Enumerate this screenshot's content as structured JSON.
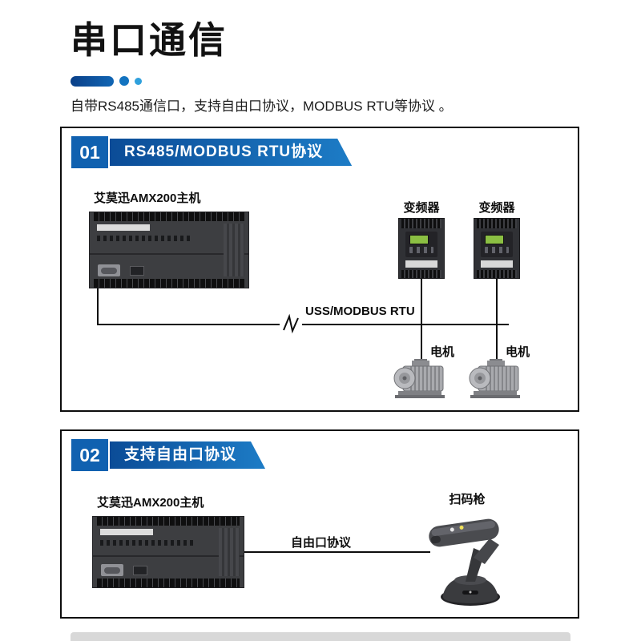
{
  "page": {
    "title": "串口通信",
    "subtitle": "自带RS485通信口，支持自由口协议，MODBUS RTU等协议 。"
  },
  "colors": {
    "accent_blue": "#1061b0",
    "banner_gradient_start": "#0b4c97",
    "banner_gradient_end": "#1d7cc6",
    "panel_border": "#0d0d0d"
  },
  "icons": {
    "plc": "plc-device",
    "inverter": "vfd-inverter-device",
    "motor": "motor-device",
    "scanner": "barcode-scanner-device",
    "line_break": "zigzag-break-icon"
  },
  "sections": [
    {
      "number": "01",
      "heading": "RS485/MODBUS RTU协议",
      "plc_label": "艾莫迅AMX200主机",
      "inverter_labels": [
        "变频器",
        "变频器"
      ],
      "bus_label": "USS/MODBUS RTU",
      "motor_labels": [
        "电机",
        "电机"
      ]
    },
    {
      "number": "02",
      "heading": "支持自由口协议",
      "plc_label": "艾莫迅AMX200主机",
      "line_label": "自由口协议",
      "scanner_label": "扫码枪"
    }
  ]
}
